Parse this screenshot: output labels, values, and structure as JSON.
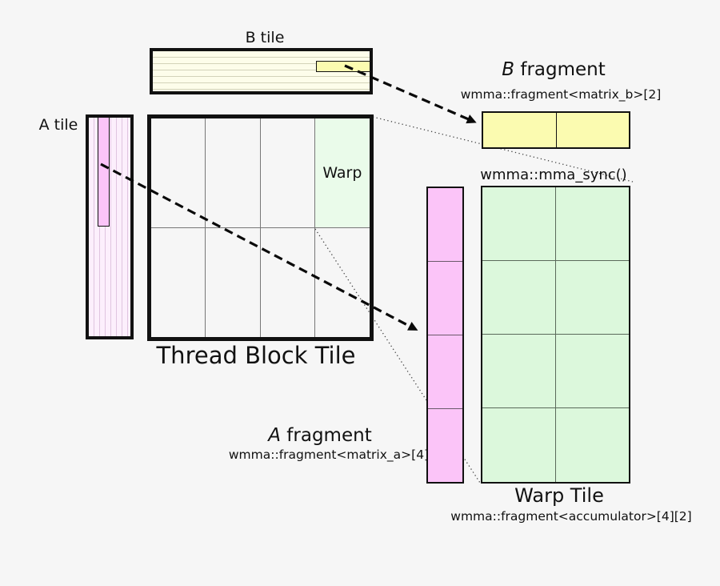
{
  "colors": {
    "background": "#f6f6f6",
    "tile_yellow_light": "#fdfdea",
    "fragment_yellow": "#fbfbb0",
    "tile_pink_light": "#fceffc",
    "fragment_pink": "#fbc4f8",
    "warp_green_light": "#eafbea",
    "warp_tile_green": "#dcf8dc"
  },
  "b_tile": {
    "label": "B tile"
  },
  "a_tile": {
    "label": "A tile"
  },
  "thread_block_tile": {
    "label": "Thread Block Tile",
    "warp_cell_label": "Warp",
    "grid_cols": 4,
    "grid_rows": 2
  },
  "b_fragment": {
    "title_letter": "B",
    "title_rest": " fragment",
    "code": "wmma::fragment<matrix_b>[2]",
    "cells": 2
  },
  "a_fragment": {
    "title_letter": "A",
    "title_rest": " fragment",
    "code": "wmma::fragment<matrix_a>[4]",
    "cells": 4
  },
  "mma_sync": {
    "label": "wmma::mma_sync()"
  },
  "warp_tile": {
    "label": "Warp Tile",
    "code": "wmma::fragment<accumulator>[4][2]",
    "rows": 4,
    "cols": 2
  }
}
